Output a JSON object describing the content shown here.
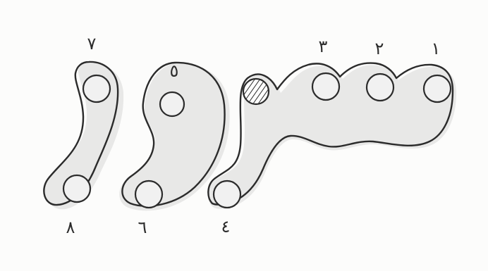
{
  "labels": {
    "one": "١",
    "two": "٢",
    "three": "٣",
    "four": "٤",
    "five": "٥",
    "six": "٦",
    "seven": "٧",
    "eight": "٨"
  },
  "marker": {
    "hatched_circle_color": "#3a3a3a"
  }
}
